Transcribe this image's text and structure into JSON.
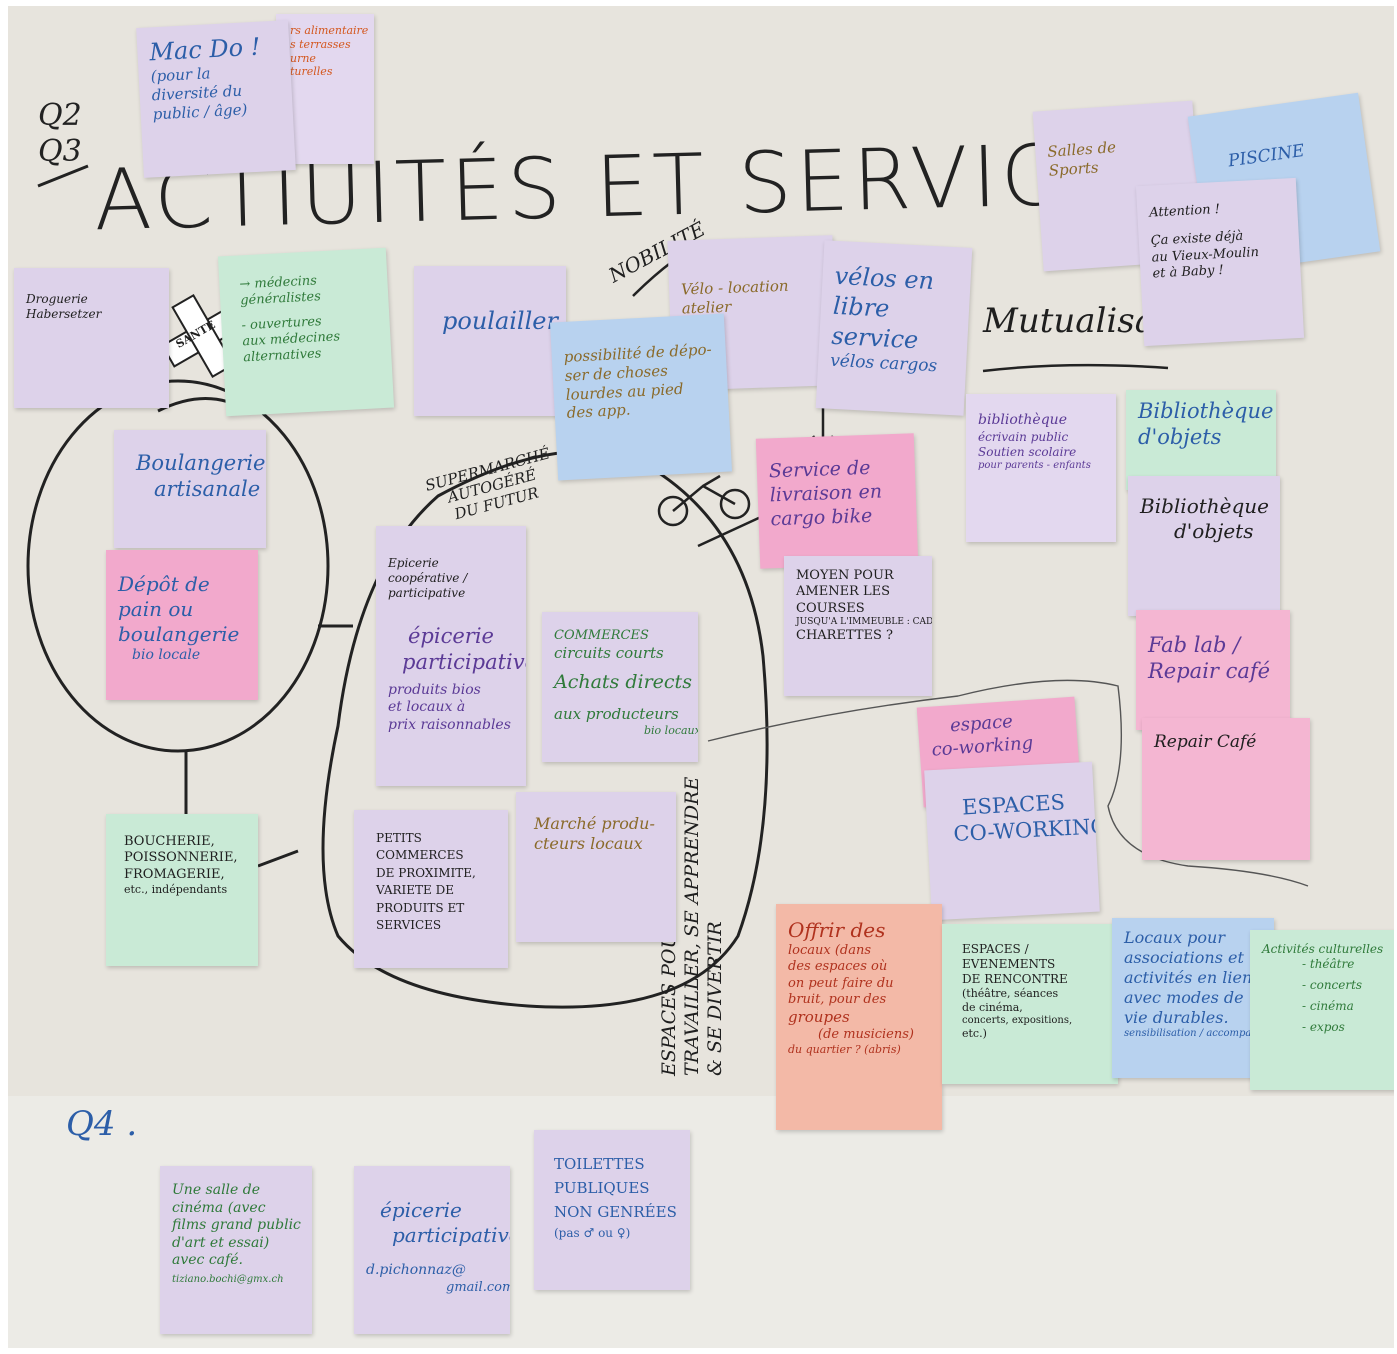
{
  "title": "ACTIUITÉS  ET  SERVICE",
  "question_labels": [
    "Q2",
    "Q3"
  ],
  "bottom_question": "Q4 .",
  "free_labels": {
    "mobilite": "NOBILITÉ",
    "mutualisation": "Mutualisati",
    "sante": "SANTÉ",
    "supermarche": [
      "SUPERMARCHÉ",
      "AUTOGÉRÉ",
      "DU FUTUR"
    ],
    "espaces_vertical": [
      "ESPACES POUR",
      "TRAVAILLER, SE APPRENDRE",
      "& SE DIVERTIR"
    ]
  },
  "notes": {
    "macdo": [
      "Mac Do !",
      "(pour la",
      "diversité du",
      "public / âge)"
    ],
    "macdo_behind": [
      "rs alimentaire",
      "s terrasses",
      "urne",
      "turelles"
    ],
    "droguerie": [
      "Droguerie",
      "Habersetzer"
    ],
    "medecins": [
      "→ médecins",
      "généralistes",
      "- ouvertures",
      "aux médecines",
      "alternatives"
    ],
    "poulailler": [
      "poulailler"
    ],
    "depot_choses": [
      "possibilité de dépo-",
      "ser de choses",
      "lourdes au pied",
      "des app."
    ],
    "velo_location": [
      "Vélo - location",
      "atelier"
    ],
    "velos_libre": [
      "vélos en",
      "libre",
      "service",
      "vélos cargos"
    ],
    "salles_sports": [
      "Salles de",
      "Sports"
    ],
    "piscine": [
      "PISCINE"
    ],
    "attention": [
      "Attention !",
      "Ça existe déjà",
      "au Vieux-Moulin",
      "et à Baby !"
    ],
    "boulangerie": [
      "Boulangerie",
      "artisanale"
    ],
    "depot_pain": [
      "Dépôt de",
      "pain ou",
      "boulangerie",
      "bio locale"
    ],
    "livraison": [
      "Service de",
      "livraison en",
      "cargo bike"
    ],
    "moyen_courses": [
      "MOYEN POUR",
      "AMENER LES",
      "COURSES",
      "JUSQU'A L'IMMEUBLE : CADDIES",
      "CHARETTES ?"
    ],
    "bibliotheque": [
      "bibliothèque",
      "écrivain public",
      "Soutien scolaire",
      "pour parents - enfants"
    ],
    "bibliotheque_objets_1": [
      "Bibliothèque",
      "d'objets"
    ],
    "bibliotheque_objets_2": [
      "Bibliothèque",
      "d'objets"
    ],
    "fablab": [
      "Fab lab /",
      "Repair café",
      "Repair Café"
    ],
    "epicerie_coop": [
      "Epicerie",
      "coopérative /",
      "participative",
      "épicerie",
      "participative",
      "produits bios",
      "et locaux à",
      "prix raisonnables"
    ],
    "commerces": [
      "COMMERCES",
      "circuits courts",
      "Achats directs",
      "aux producteurs",
      "bio locaux"
    ],
    "espace_coworking": [
      "espace",
      "co-working",
      "ESPACES",
      "CO-WORKING"
    ],
    "boucherie": [
      "BOUCHERIE,",
      "POISSONNERIE,",
      "FROMAGERIE,",
      "etc., indépendants"
    ],
    "petits_commerces": [
      "PETITS",
      "COMMERCES",
      "DE PROXIMITE,",
      "VARIETE DE",
      "PRODUITS ET",
      "SERVICES"
    ],
    "marche": [
      "Marché produ-",
      "cteurs locaux"
    ],
    "locaux_bruit": [
      "Offrir des",
      "locaux (dans",
      "des espaces où",
      "on peut faire du",
      "bruit, pour des",
      "groupes",
      "(de musiciens)",
      "du quartier ? (abris)"
    ],
    "evenements": [
      "ESPACES /",
      "EVENEMENTS",
      "DE RENCONTRE",
      "(théâtre, séances",
      "de cinéma,",
      "concerts, expositions,",
      "etc.)"
    ],
    "locaux_associations": [
      "Locaux pour",
      "associations et",
      "activités en lien",
      "avec modes de",
      "vie durables.",
      "sensibilisation / accompagnement"
    ],
    "activites_culturelles": [
      "Activités culturelles",
      "- théâtre",
      "- concerts",
      "- cinéma",
      "- expos"
    ],
    "cinema": [
      "Une salle de",
      "cinéma (avec",
      "films grand public",
      "d'art et essai)",
      "avec café.",
      "tiziano.bochi@gmx.ch"
    ],
    "epicerie_bas": [
      "épicerie",
      "participative",
      "d.pichonnaz@",
      "gmail.com"
    ],
    "toilettes": [
      "TOILETTES",
      "PUBLIQUES",
      "NON GENRÉES",
      "(pas ♂ ou ♀)"
    ]
  }
}
